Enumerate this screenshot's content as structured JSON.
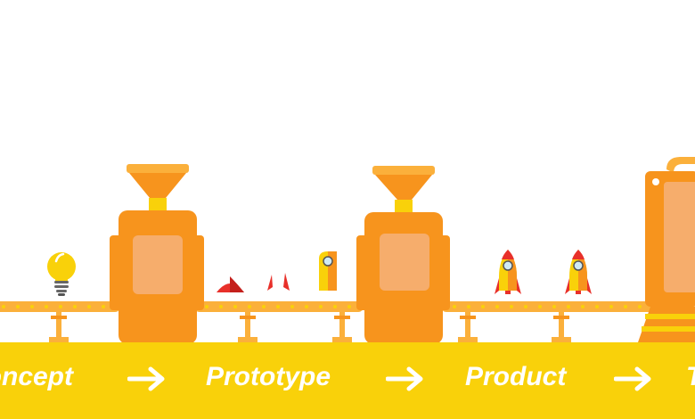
{
  "stages": {
    "concept_label": "Concept",
    "prototype_label": "Prototype",
    "product_label": "Product",
    "next_label": "T"
  },
  "colors": {
    "band": "#f9d10a",
    "machine": "#f7941d",
    "machine_window": "#f6ad6c",
    "funnel": "#fbb03b",
    "conveyor": "#fbb03b",
    "accent_red": "#e8302a",
    "text": "#ffffff"
  },
  "icons": [
    "lightbulb-icon",
    "rocket-icon",
    "arrow-right-icon"
  ]
}
